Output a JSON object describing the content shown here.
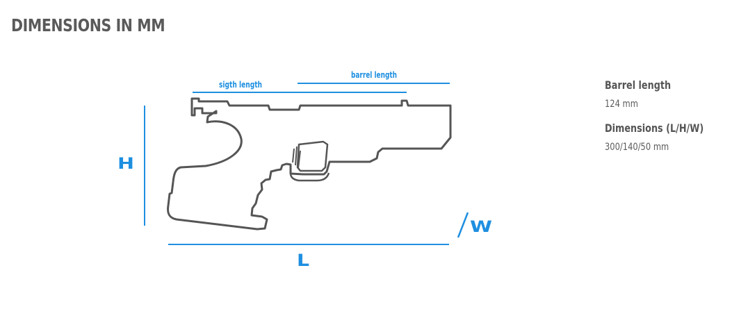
{
  "title": "DIMENSIONS IN MM",
  "diagram": {
    "labels": {
      "sight_length": "sigth length",
      "barrel_length": "barrel length",
      "height": "H",
      "length": "L",
      "width": "W"
    },
    "colors": {
      "accent": "#1e8fe0",
      "outline": "#555555"
    }
  },
  "specs": [
    {
      "label": "Barrel length",
      "value": "124 mm"
    },
    {
      "label": "Dimensions (L/H/W)",
      "value": "300/140/50 mm"
    }
  ]
}
